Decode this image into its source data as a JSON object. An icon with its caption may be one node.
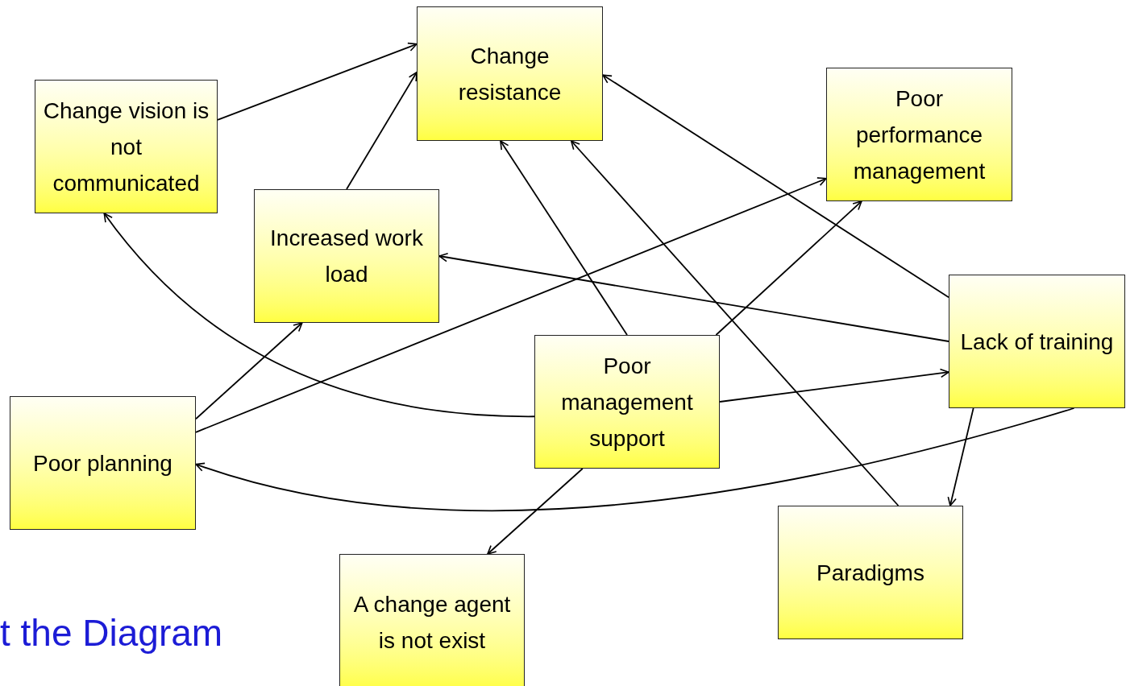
{
  "diagram": {
    "nodes": [
      {
        "text": [
          "Change resistance"
        ]
      },
      {
        "text": [
          "Change vision is not communicated"
        ]
      },
      {
        "text": [
          "Poor performance management"
        ]
      },
      {
        "text": [
          "Increased work load"
        ]
      },
      {
        "text": [
          "Lack of training"
        ]
      },
      {
        "text": [
          "Poor management support"
        ]
      },
      {
        "text": [
          "Poor planning"
        ]
      },
      {
        "text": [
          "A change agent is not exist"
        ]
      },
      {
        "text": [
          "Paradigms"
        ]
      }
    ],
    "edges": [
      {
        "from": 1,
        "to": 0,
        "arrow": "to"
      },
      {
        "from": 3,
        "to": 0,
        "arrow": "to"
      },
      {
        "from": 5,
        "to": 0,
        "arrow": "to"
      },
      {
        "from": 8,
        "to": 0,
        "arrow": "to"
      },
      {
        "from": 4,
        "to": 0,
        "arrow": "to"
      },
      {
        "from": 6,
        "to": 3,
        "arrow": "to"
      },
      {
        "from": 6,
        "to": 2,
        "arrow": "to"
      },
      {
        "from": 5,
        "to": 2,
        "arrow": "to"
      },
      {
        "from": 4,
        "to": 3,
        "arrow": "to"
      },
      {
        "from": 5,
        "to": 4,
        "arrow": "to"
      },
      {
        "from": 5,
        "to": 1,
        "arrow": "to"
      },
      {
        "from": 4,
        "to": 6,
        "arrow": "to"
      },
      {
        "from": 4,
        "to": 8,
        "arrow": "to"
      },
      {
        "from": 5,
        "to": 7,
        "arrow": "to"
      }
    ],
    "labels": [
      "t the Diagram"
    ]
  }
}
